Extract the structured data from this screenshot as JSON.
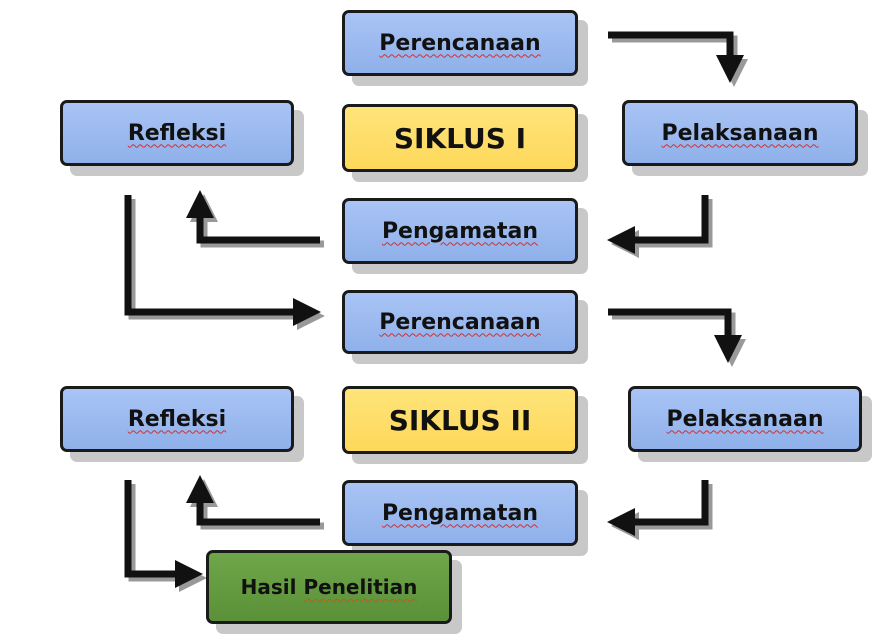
{
  "cycle1": {
    "title": "SIKLUS I",
    "planning": "Perencanaan",
    "action": "Pelaksanaan",
    "observation": "Pengamatan",
    "reflection": "Refleksi"
  },
  "cycle2": {
    "title": "SIKLUS II",
    "planning": "Perencanaan",
    "action": "Pelaksanaan",
    "observation": "Pengamatan",
    "reflection": "Refleksi"
  },
  "result": {
    "word1": "Hasil",
    "word2": "Penelitian"
  },
  "colors": {
    "step": "#9dbbf0",
    "cycle": "#fddc62",
    "result": "#64993f",
    "arrow": "#111111"
  }
}
